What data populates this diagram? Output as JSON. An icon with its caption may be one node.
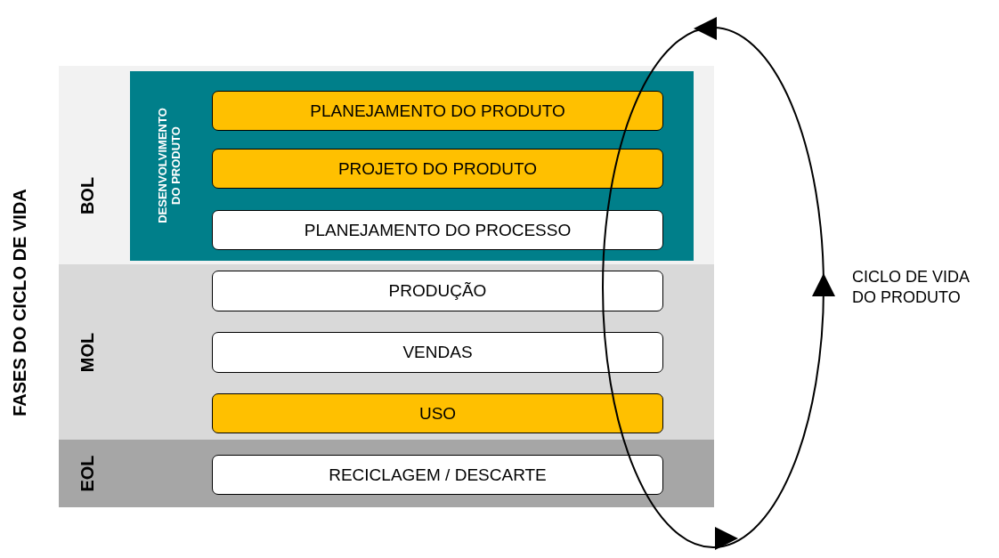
{
  "diagram": {
    "nodes": [
      {
        "text": [
          "BOL"
        ]
      },
      {
        "text": [
          "DESENVOLVIMENTO DO PRODUTO"
        ],
        "in": 0
      },
      {
        "text": [
          "PLANEJAMENTO DO PRODUTO"
        ],
        "in": 1
      },
      {
        "text": [
          "PROJETO DO PRODUTO"
        ],
        "in": 1
      },
      {
        "text": [
          "PLANEJAMENTO DO PROCESSO"
        ],
        "in": 1
      },
      {
        "text": [
          "MOL"
        ]
      },
      {
        "text": [
          "PRODUÇÃO"
        ],
        "in": 5
      },
      {
        "text": [
          "VENDAS"
        ],
        "in": 5
      },
      {
        "text": [
          "USO"
        ],
        "in": 5
      },
      {
        "text": [
          "EOL"
        ]
      },
      {
        "text": [
          "RECICLAGEM / DESCARTE"
        ],
        "in": 9
      }
    ],
    "labels": [
      "FASES DO CICLO DE VIDA",
      "CICLO DE VIDA DO PRODUTO"
    ]
  }
}
